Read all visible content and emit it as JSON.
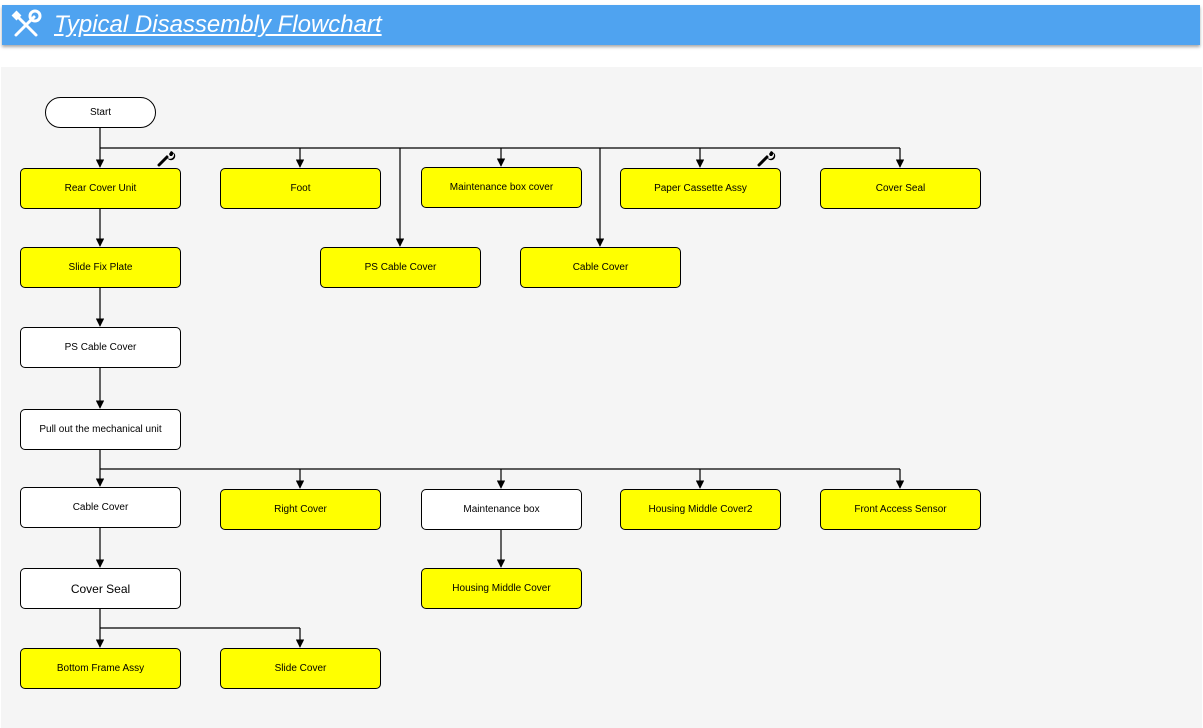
{
  "header": {
    "title": "Typical Disassembly Flowchart",
    "icon": "tools-icon",
    "background": "#4fa3f0"
  },
  "colors": {
    "node_highlight": "#ffff00",
    "node_plain": "#ffffff",
    "canvas": "#f5f5f5",
    "line": "#000000"
  },
  "flowchart": {
    "start": "Start",
    "nodes": [
      {
        "id": "rear_cover_unit",
        "label": "Rear Cover Unit",
        "fill": "yellow",
        "flag": "wrench-icon"
      },
      {
        "id": "foot",
        "label": "Foot",
        "fill": "yellow"
      },
      {
        "id": "maintenance_box_cover",
        "label": "Maintenance box cover",
        "fill": "yellow"
      },
      {
        "id": "paper_cassette_assy",
        "label": "Paper Cassette Assy",
        "fill": "yellow",
        "flag": "wrench-icon"
      },
      {
        "id": "cover_seal_top",
        "label": "Cover Seal",
        "fill": "yellow"
      },
      {
        "id": "ps_cable_cover_top",
        "label": "PS Cable Cover",
        "fill": "yellow"
      },
      {
        "id": "cable_cover_top",
        "label": "Cable Cover",
        "fill": "yellow"
      },
      {
        "id": "slide_fix_plate",
        "label": "Slide Fix Plate",
        "fill": "yellow"
      },
      {
        "id": "ps_cable_cover",
        "label": "PS Cable Cover",
        "fill": "white"
      },
      {
        "id": "pull_out_mechanical_unit",
        "label": "Pull out the mechanical unit",
        "fill": "white"
      },
      {
        "id": "cable_cover",
        "label": "Cable Cover",
        "fill": "white"
      },
      {
        "id": "right_cover",
        "label": "Right Cover",
        "fill": "yellow"
      },
      {
        "id": "maintenance_box",
        "label": "Maintenance box",
        "fill": "white"
      },
      {
        "id": "housing_middle_cover2",
        "label": "Housing Middle Cover2",
        "fill": "yellow"
      },
      {
        "id": "front_access_sensor",
        "label": "Front Access Sensor",
        "fill": "yellow"
      },
      {
        "id": "cover_seal",
        "label": "Cover Seal",
        "fill": "white"
      },
      {
        "id": "housing_middle_cover",
        "label": "Housing Middle Cover",
        "fill": "yellow"
      },
      {
        "id": "bottom_frame_assy",
        "label": "Bottom Frame Assy",
        "fill": "yellow"
      },
      {
        "id": "slide_cover",
        "label": "Slide Cover",
        "fill": "yellow"
      }
    ]
  }
}
